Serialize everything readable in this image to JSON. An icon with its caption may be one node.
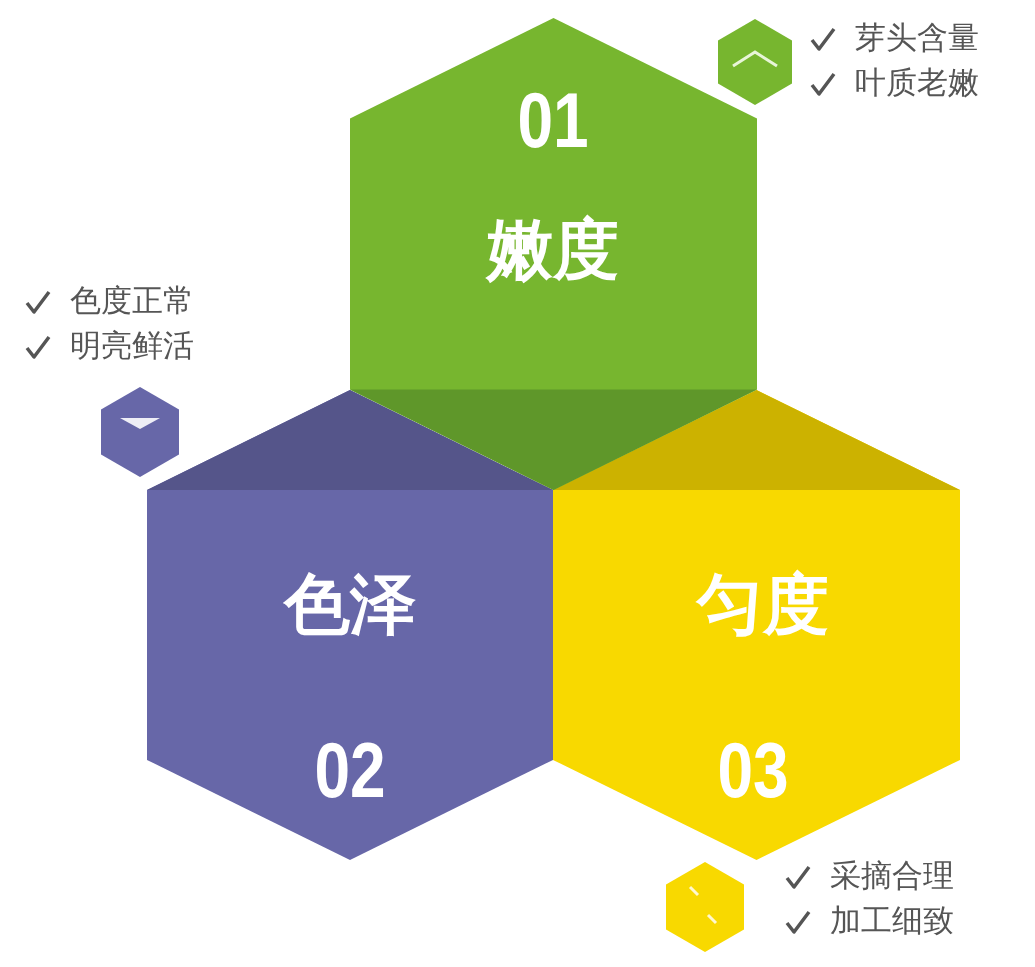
{
  "diagram": {
    "nodes": [
      {
        "text": [
          "01",
          "嫩度"
        ]
      },
      {
        "text": [
          "色泽",
          "02"
        ]
      },
      {
        "text": [
          "匀度",
          "03"
        ]
      },
      {
        "text": [],
        "shape": "hexagon",
        "beside": [
          "色度正常",
          "明亮鲜活"
        ]
      },
      {
        "text": [],
        "shape": "hexagon",
        "beside": [
          "采摘合理",
          "加工细致"
        ]
      },
      {
        "text": [],
        "shape": "hexagon",
        "beside": [
          "芽头含量",
          "叶质老嫩"
        ]
      }
    ],
    "edges": []
  }
}
